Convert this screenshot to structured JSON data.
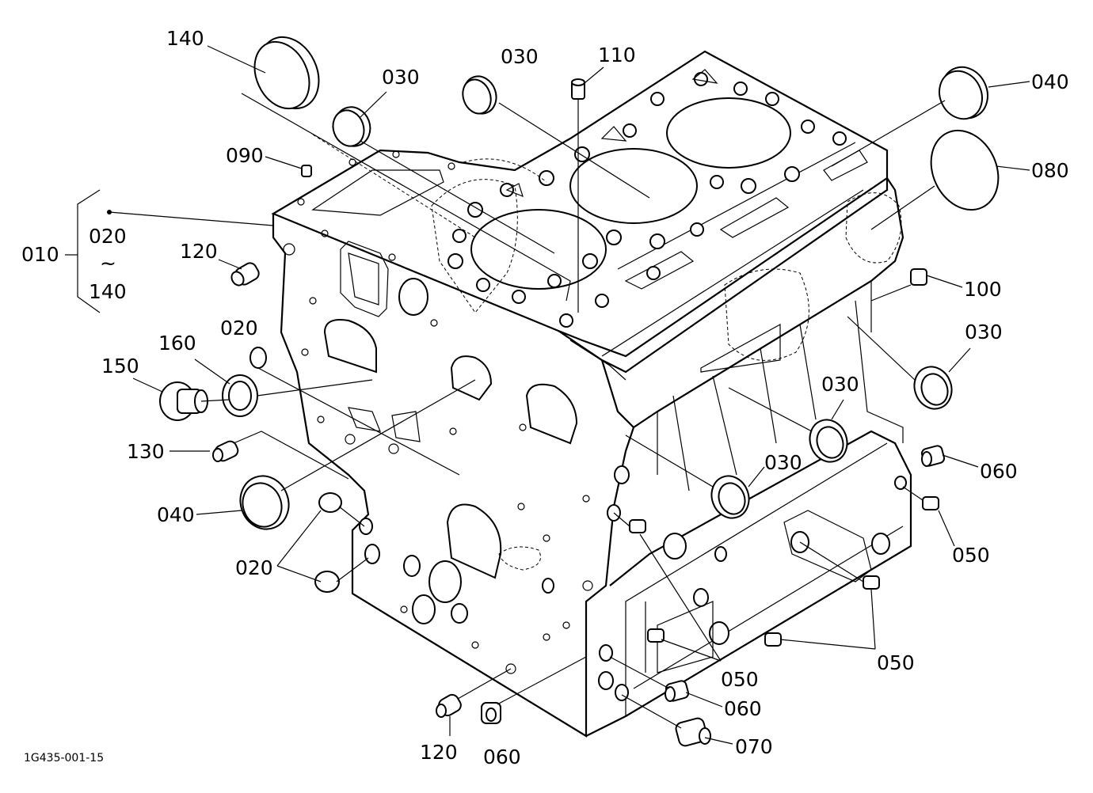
{
  "figure_id": "1G435-001-15",
  "group": {
    "parent": "010",
    "from": "020",
    "tilde": "~",
    "to": "140"
  },
  "callouts": [
    {
      "id": "c140",
      "text": "140"
    },
    {
      "id": "c030a",
      "text": "030"
    },
    {
      "id": "c030b",
      "text": "030"
    },
    {
      "id": "c110",
      "text": "110"
    },
    {
      "id": "c040a",
      "text": "040"
    },
    {
      "id": "c080",
      "text": "080"
    },
    {
      "id": "c090",
      "text": "090"
    },
    {
      "id": "c120a",
      "text": "120"
    },
    {
      "id": "c100",
      "text": "100"
    },
    {
      "id": "c020a",
      "text": "020"
    },
    {
      "id": "c160",
      "text": "160"
    },
    {
      "id": "c150",
      "text": "150"
    },
    {
      "id": "c030c",
      "text": "030"
    },
    {
      "id": "c030d",
      "text": "030"
    },
    {
      "id": "c030e",
      "text": "030"
    },
    {
      "id": "c130",
      "text": "130"
    },
    {
      "id": "c060a",
      "text": "060"
    },
    {
      "id": "c040b",
      "text": "040"
    },
    {
      "id": "c050a",
      "text": "050"
    },
    {
      "id": "c020b",
      "text": "020"
    },
    {
      "id": "c050b",
      "text": "050"
    },
    {
      "id": "c050c",
      "text": "050"
    },
    {
      "id": "c060b",
      "text": "060"
    },
    {
      "id": "c070",
      "text": "070"
    },
    {
      "id": "c120b",
      "text": "120"
    },
    {
      "id": "c060c",
      "text": "060"
    }
  ]
}
